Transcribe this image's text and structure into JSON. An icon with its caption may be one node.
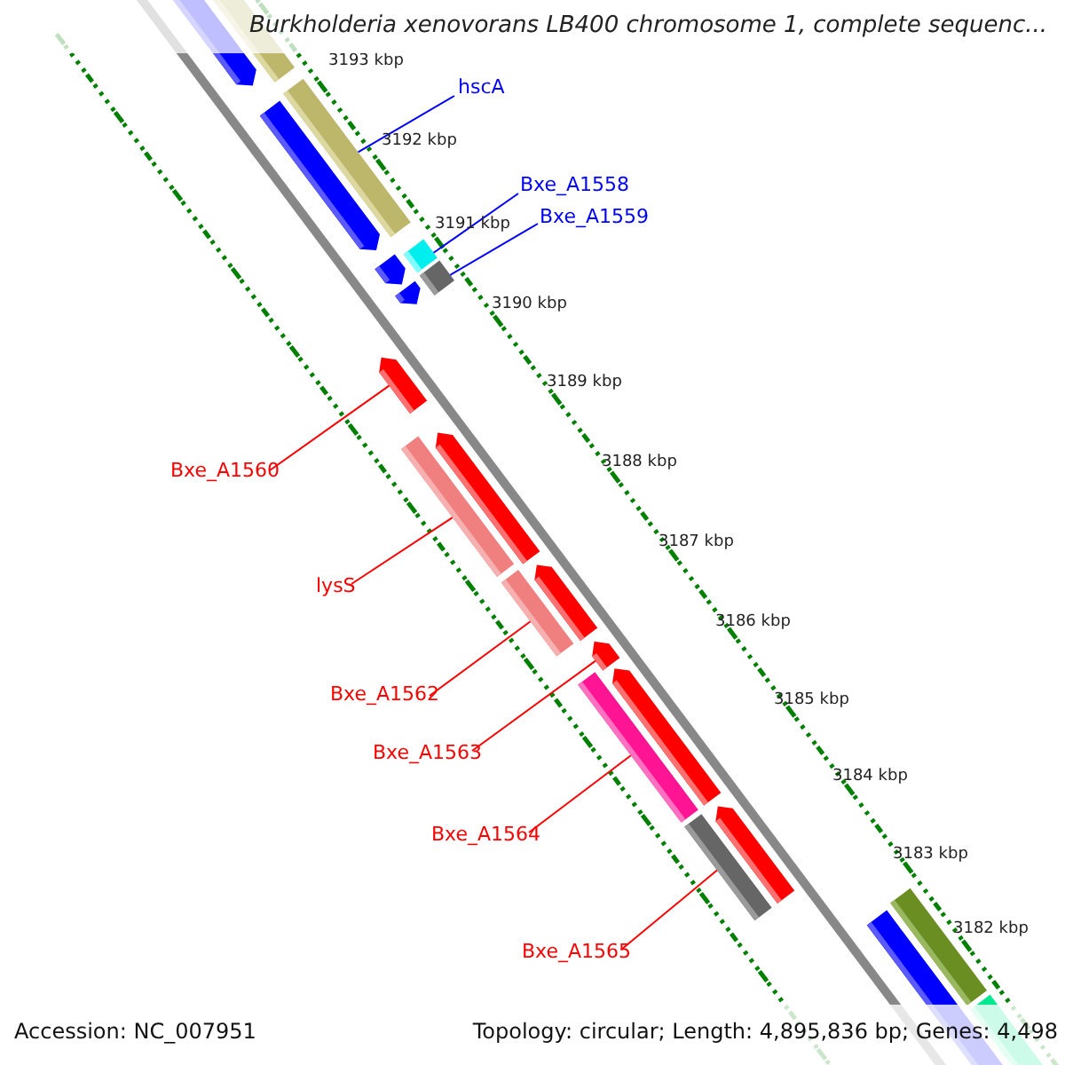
{
  "diagram": {
    "title": "Burkholderia xenovorans LB400 chromosome 1, complete sequenc...",
    "nodes": [
      {
        "text": [
          "hscA"
        ]
      },
      {
        "text": [],
        "shape": "bar"
      },
      {
        "text": [
          "Bxe_A1558"
        ]
      },
      {
        "text": [],
        "shape": "bar"
      },
      {
        "text": [
          "Bxe_A1559"
        ]
      },
      {
        "text": [],
        "shape": "bar"
      },
      {
        "text": [
          "Bxe_A1560"
        ]
      },
      {
        "text": [],
        "shape": "arrow"
      },
      {
        "text": [
          "lysS"
        ]
      },
      {
        "text": [],
        "shape": "bar"
      },
      {
        "text": [
          "Bxe_A1562"
        ]
      },
      {
        "text": [],
        "shape": "bar"
      },
      {
        "text": [
          "Bxe_A1563"
        ]
      },
      {
        "text": [],
        "shape": "arrow"
      },
      {
        "text": [
          "Bxe_A1564"
        ]
      },
      {
        "text": [],
        "shape": "bar"
      },
      {
        "text": [
          "Bxe_A1565"
        ]
      },
      {
        "text": [],
        "shape": "bar"
      }
    ],
    "edges": [
      {
        "from": 0,
        "to": 1,
        "arrow": "none",
        "color": "#0000ff"
      },
      {
        "from": 2,
        "to": 3,
        "arrow": "none",
        "color": "#0000ff"
      },
      {
        "from": 4,
        "to": 5,
        "arrow": "none",
        "color": "#0000ff"
      },
      {
        "from": 6,
        "to": 7,
        "arrow": "none"
      },
      {
        "from": 8,
        "to": 9,
        "arrow": "none"
      },
      {
        "from": 10,
        "to": 11,
        "arrow": "none"
      },
      {
        "from": 12,
        "to": 13,
        "arrow": "none"
      },
      {
        "from": 14,
        "to": 15,
        "arrow": "none"
      },
      {
        "from": 16,
        "to": 17,
        "arrow": "none"
      }
    ],
    "labels": [
      "3193 kbp",
      "3192 kbp",
      "3191 kbp",
      "3190 kbp",
      "3189 kbp",
      "3188 kbp",
      "3187 kbp",
      "3186 kbp",
      "3185 kbp",
      "3184 kbp",
      "3183 kbp",
      "3182 kbp",
      "Accession: NC_007951",
      "Topology: circular; Length: 4,895,836 bp; Genes: 4,498"
    ]
  }
}
